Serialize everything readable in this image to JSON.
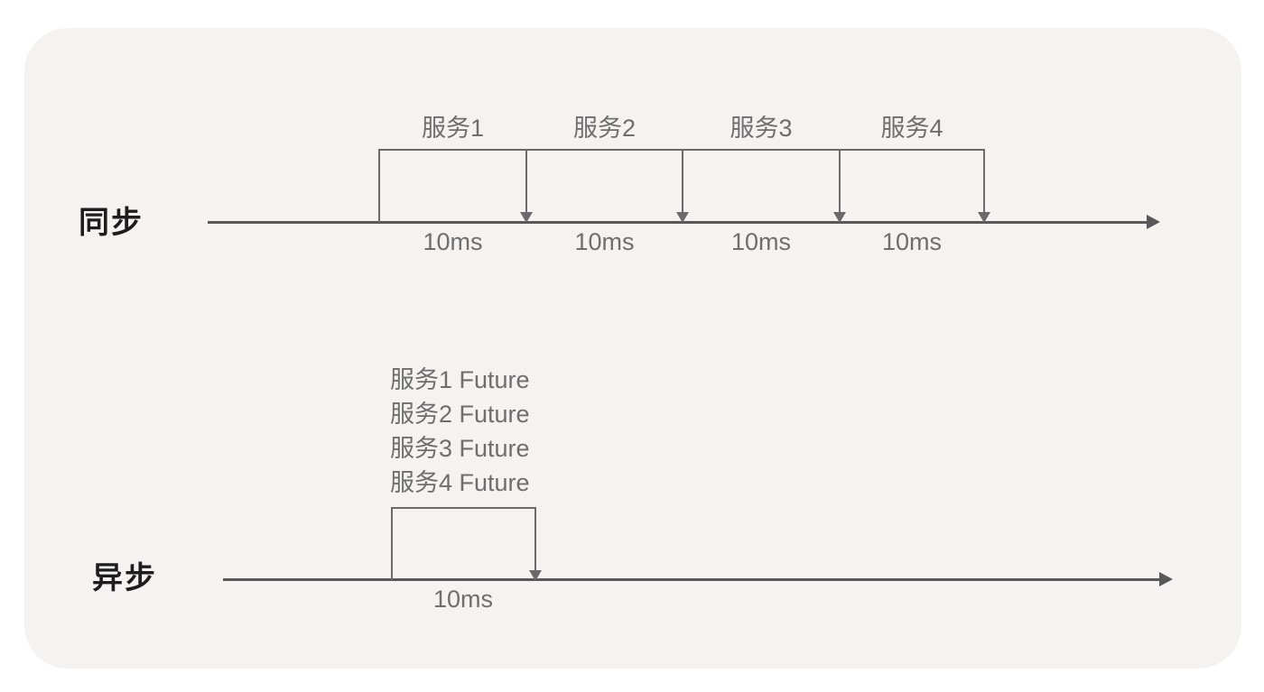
{
  "colors": {
    "page_bg": "#ffffff",
    "card_bg": "#f4f3f1",
    "timeline": "#58585a",
    "bracket": "#6a6a6c",
    "text_gray": "#6e6e6e",
    "text_dark": "#1d1d1f"
  },
  "sync": {
    "title": "同步",
    "services": [
      {
        "label": "服务1",
        "duration": "10ms"
      },
      {
        "label": "服务2",
        "duration": "10ms"
      },
      {
        "label": "服务3",
        "duration": "10ms"
      },
      {
        "label": "服务4",
        "duration": "10ms"
      }
    ]
  },
  "async": {
    "title": "异步",
    "futures": [
      "服务1 Future",
      "服务2 Future",
      "服务3 Future",
      "服务4 Future"
    ],
    "duration": "10ms"
  }
}
